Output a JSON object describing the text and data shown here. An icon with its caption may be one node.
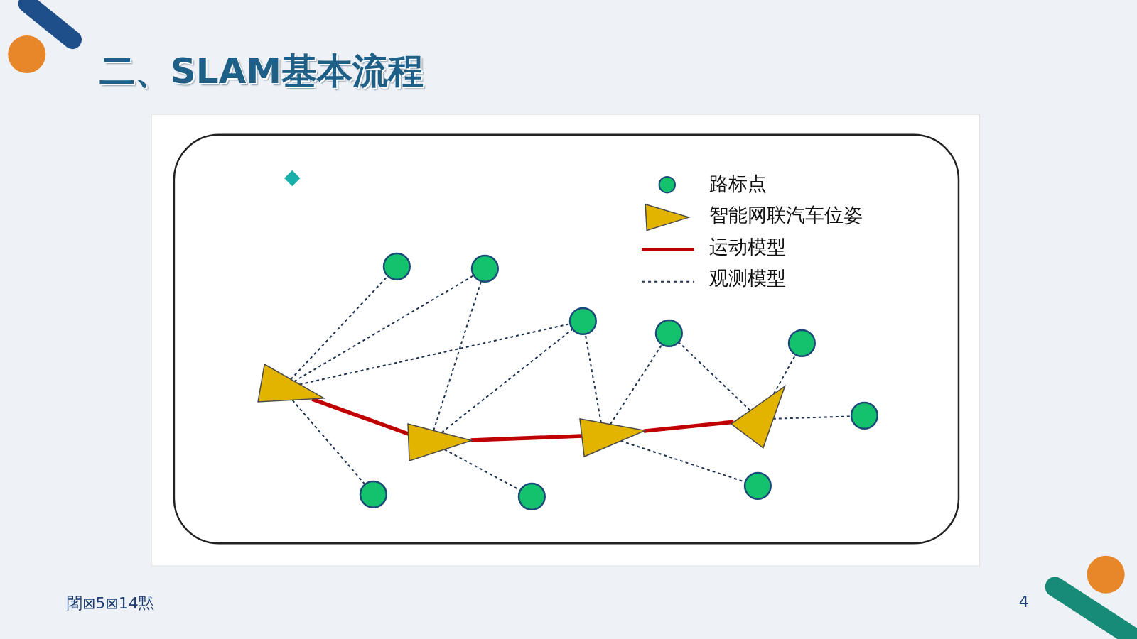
{
  "diagram": {
    "title": "二、SLAM基本流程",
    "nodes": [
      {
        "text": [],
        "shape": "circle"
      },
      {
        "text": [],
        "shape": "circle"
      },
      {
        "text": [],
        "shape": "circle"
      },
      {
        "text": [],
        "shape": "circle"
      },
      {
        "text": [],
        "shape": "circle"
      },
      {
        "text": [],
        "shape": "triangle"
      },
      {
        "text": [],
        "shape": "triangle"
      },
      {
        "text": [],
        "shape": "circle"
      },
      {
        "text": [],
        "shape": "triangle"
      },
      {
        "text": [],
        "shape": "triangle"
      },
      {
        "text": [],
        "shape": "circle"
      },
      {
        "text": [],
        "shape": "circle"
      },
      {
        "text": [],
        "shape": "circle"
      }
    ],
    "edges": [
      {
        "from": 5,
        "to": 9,
        "arrow": "none",
        "style": "thick",
        "color": "#c00000"
      },
      {
        "from": 9,
        "to": 8,
        "arrow": "none",
        "style": "thick",
        "color": "#c00000"
      },
      {
        "from": 8,
        "to": 6,
        "arrow": "none",
        "style": "thick",
        "color": "#c00000"
      },
      {
        "from": 5,
        "to": 0,
        "arrow": "none",
        "style": "dashed"
      },
      {
        "from": 5,
        "to": 1,
        "arrow": "none",
        "style": "dashed"
      },
      {
        "from": 5,
        "to": 2,
        "arrow": "none",
        "style": "dashed"
      },
      {
        "from": 5,
        "to": 10,
        "arrow": "none",
        "style": "dashed"
      },
      {
        "from": 9,
        "to": 1,
        "arrow": "none",
        "style": "dashed"
      },
      {
        "from": 9,
        "to": 2,
        "arrow": "none",
        "style": "dashed"
      },
      {
        "from": 9,
        "to": 11,
        "arrow": "none",
        "style": "dashed"
      },
      {
        "from": 8,
        "to": 2,
        "arrow": "none",
        "style": "dashed"
      },
      {
        "from": 8,
        "to": 3,
        "arrow": "none",
        "style": "dashed"
      },
      {
        "from": 8,
        "to": 12,
        "arrow": "none",
        "style": "dashed"
      },
      {
        "from": 6,
        "to": 3,
        "arrow": "none",
        "style": "dashed"
      },
      {
        "from": 6,
        "to": 4,
        "arrow": "none",
        "style": "dashed"
      },
      {
        "from": 6,
        "to": 7,
        "arrow": "none",
        "style": "dashed"
      }
    ],
    "labels": [
      "闍⊠5⊠14黙",
      "4"
    ],
    "legend": [
      {
        "text": "路标点"
      },
      {
        "text": "智能网联汽车位姿"
      },
      {
        "text": "运动模型"
      },
      {
        "text": "观测模型"
      }
    ]
  }
}
